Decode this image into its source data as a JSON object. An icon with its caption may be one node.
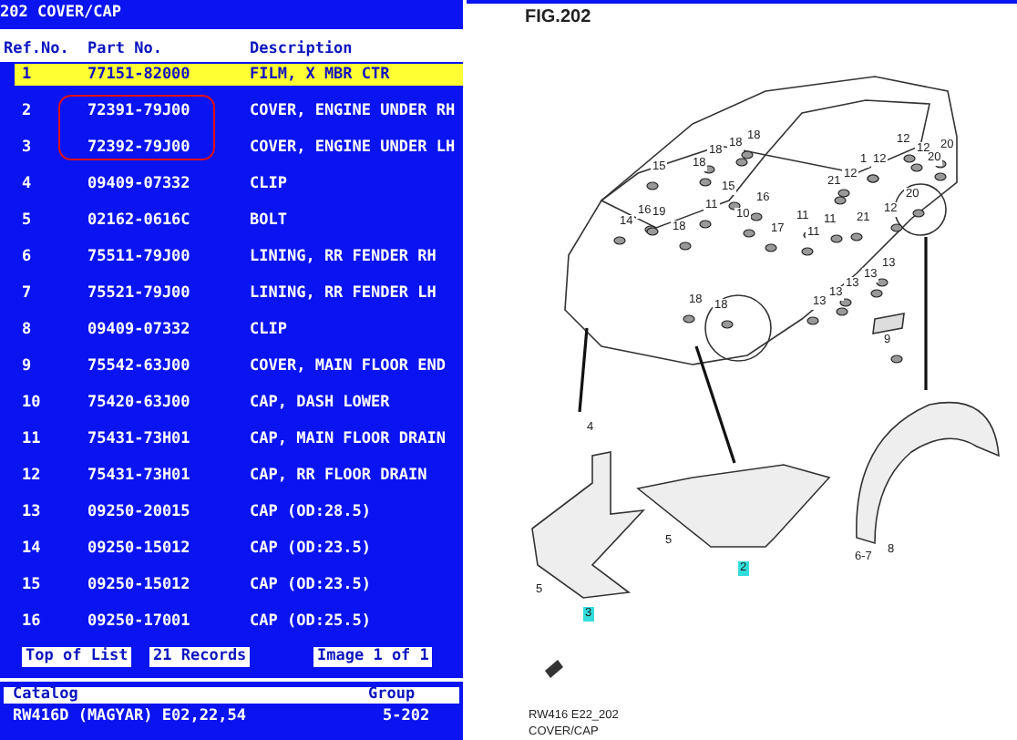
{
  "diagram": {
    "title": "202 COVER/CAP",
    "labels": [
      "Ref.No.",
      "Part No.",
      "Description",
      "1",
      "77151-82000",
      "FILM, X MBR CTR",
      "2",
      "72391-79J00",
      "COVER, ENGINE UNDER RH",
      "3",
      "72392-79J00",
      "COVER, ENGINE UNDER LH",
      "4",
      "09409-07332",
      "CLIP",
      "5",
      "02162-0616C",
      "BOLT",
      "6",
      "75511-79J00",
      "LINING, RR FENDER RH",
      "7",
      "75521-79J00",
      "LINING, RR FENDER LH",
      "8",
      "09409-07332",
      "CLIP",
      "9",
      "75542-63J00",
      "COVER, MAIN FLOOR END",
      "10",
      "75420-63J00",
      "CAP, DASH LOWER",
      "11",
      "75431-73H01",
      "CAP, MAIN FLOOR DRAIN",
      "12",
      "75431-73H01",
      "CAP, RR FLOOR DRAIN",
      "13",
      "09250-20015",
      "CAP (OD:28.5)",
      "14",
      "09250-15012",
      "CAP (OD:23.5)",
      "15",
      "09250-15012",
      "CAP (OD:23.5)",
      "16",
      "09250-17001",
      "CAP (OD:25.5)",
      "Top of List",
      "21 Records",
      "Image 1 of 1",
      "Catalog",
      "Group",
      "RW416D (MAGYAR) E02,22,54",
      "5-202",
      "FIG.202",
      "15",
      "18",
      "18",
      "18",
      "18",
      "1",
      "12",
      "12",
      "12",
      "20",
      "20",
      "15",
      "16",
      "21",
      "12",
      "20",
      "14",
      "16",
      "19",
      "18",
      "11",
      "10",
      "17",
      "11",
      "11",
      "11",
      "21",
      "12",
      "18",
      "18",
      "13",
      "13",
      "13",
      "13",
      "13",
      "9",
      "4",
      "5",
      "2",
      "6-7",
      "8",
      "5",
      "3",
      "RW416 E22_202",
      "COVER/CAP"
    ]
  }
}
